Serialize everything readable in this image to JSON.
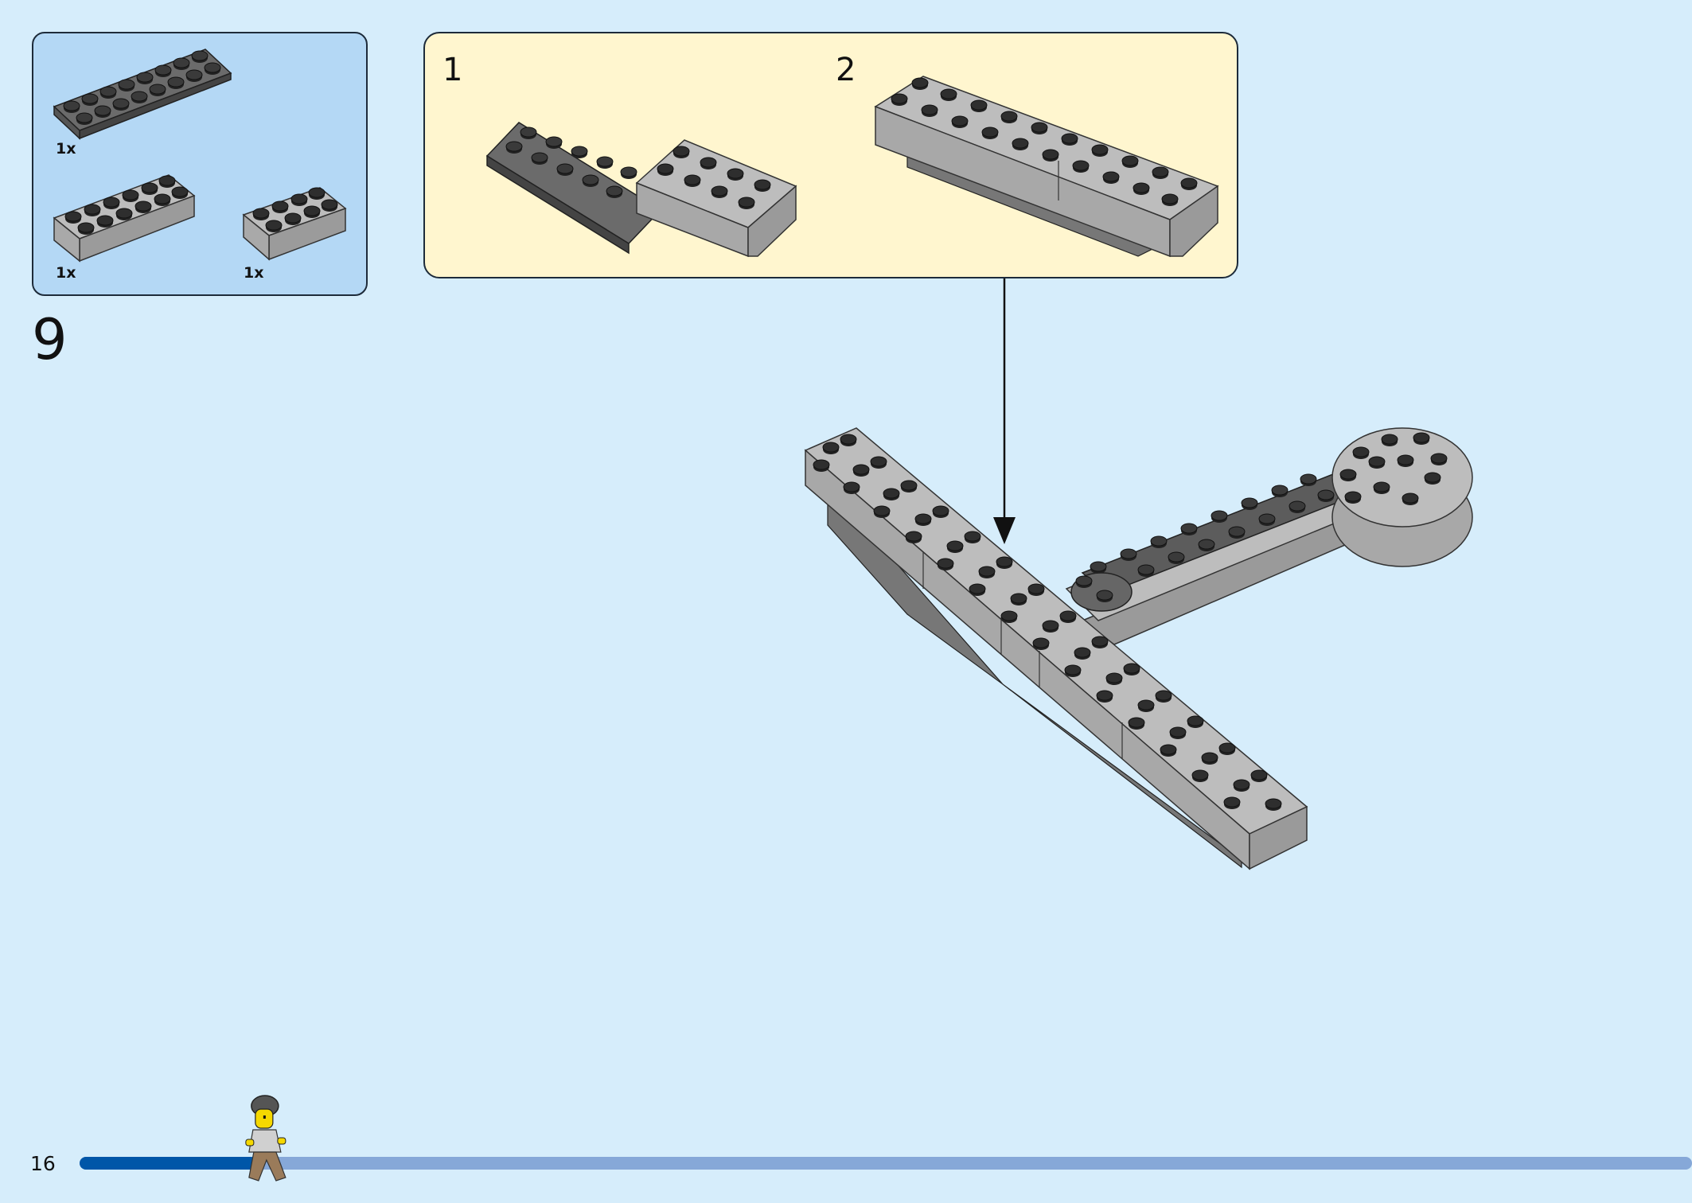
{
  "page": {
    "number": "16"
  },
  "step": {
    "number": "9"
  },
  "parts": [
    {
      "name": "dark-gray-plate-2x8",
      "qty": "1x",
      "color": "#5a5a5a"
    },
    {
      "name": "light-gray-brick-2x6",
      "qty": "1x",
      "color": "#a8a8a8"
    },
    {
      "name": "light-gray-brick-2x4",
      "qty": "1x",
      "color": "#a8a8a8"
    }
  ],
  "substeps": [
    {
      "number": "1"
    },
    {
      "number": "2"
    }
  ],
  "progress": {
    "fraction": 0.11
  },
  "colors": {
    "background": "#d6edfb",
    "parts_panel": "#b4d8f5",
    "substep_panel": "#fff6cf",
    "progress_done": "#0056a8",
    "progress_remaining": "#86a8d8",
    "dark_gray": "#555555",
    "light_gray": "#a8a8a8"
  }
}
